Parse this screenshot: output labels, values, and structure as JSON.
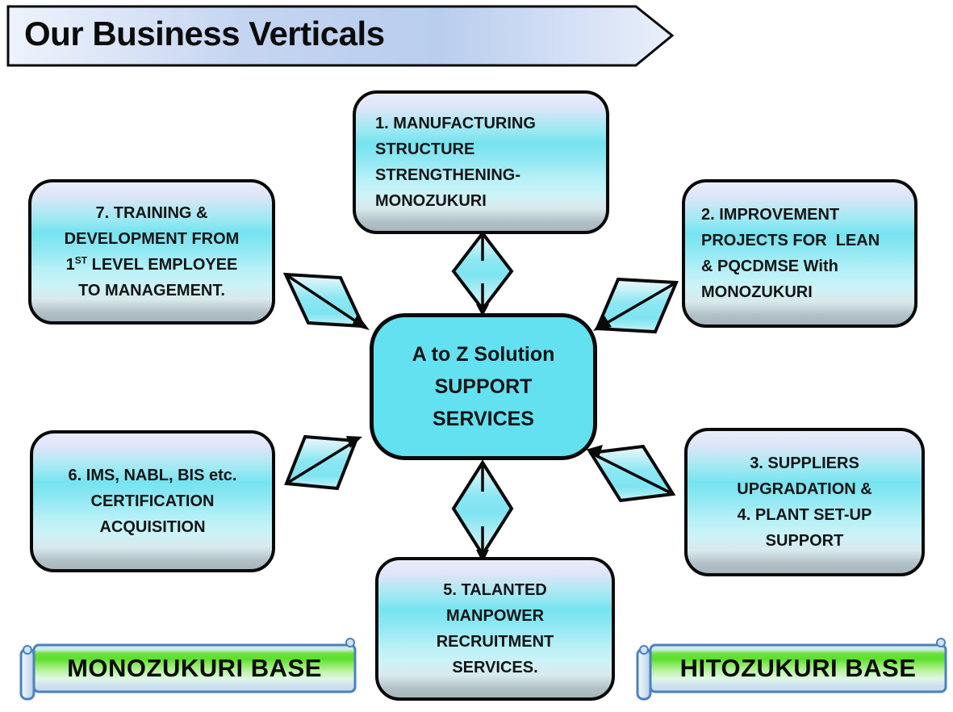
{
  "title": "Our Business Verticals",
  "center_node": {
    "lines": [
      "A to Z Solution",
      "SUPPORT",
      "SERVICES"
    ]
  },
  "boxes": {
    "manufacturing": {
      "lines": [
        "1. MANUFACTURING",
        "STRUCTURE",
        "STRENGTHENING-",
        "MONOZUKURI"
      ]
    },
    "improvement": {
      "lines": [
        "2. IMPROVEMENT",
        "PROJECTS FOR  LEAN",
        "& PQCDMSE With",
        "MONOZUKURI"
      ]
    },
    "suppliers": {
      "lines": [
        "3. SUPPLIERS",
        "UPGRADATION &",
        "4. PLANT SET-UP",
        "SUPPORT"
      ]
    },
    "manpower": {
      "lines": [
        "5. TALANTED",
        "MANPOWER",
        "RECRUITMENT",
        "SERVICES."
      ]
    },
    "certification": {
      "lines": [
        "6. IMS, NABL, BIS etc.",
        "CERTIFICATION",
        "ACQUISITION"
      ]
    },
    "training": {
      "lines": [
        "7. TRAINING &",
        "DEVELOPMENT FROM",
        {
          "parts": [
            {
              "text": "1"
            },
            {
              "text": "ST",
              "sup": true
            },
            {
              "text": " LEVEL EMPLOYEE"
            }
          ]
        },
        "TO MANAGEMENT."
      ]
    }
  },
  "banners": {
    "left_label": "MONOZUKURI BASE",
    "right_label": "HITOZUKURI BASE"
  },
  "colors": {
    "center_fill": "#63E1F0",
    "box_cyan": "#7CE4F1",
    "box_border": "#0A0A0A",
    "title_blue": "#BCCFEF",
    "banner_green": "#5ADF2B",
    "banner_border": "#4D80C0"
  }
}
